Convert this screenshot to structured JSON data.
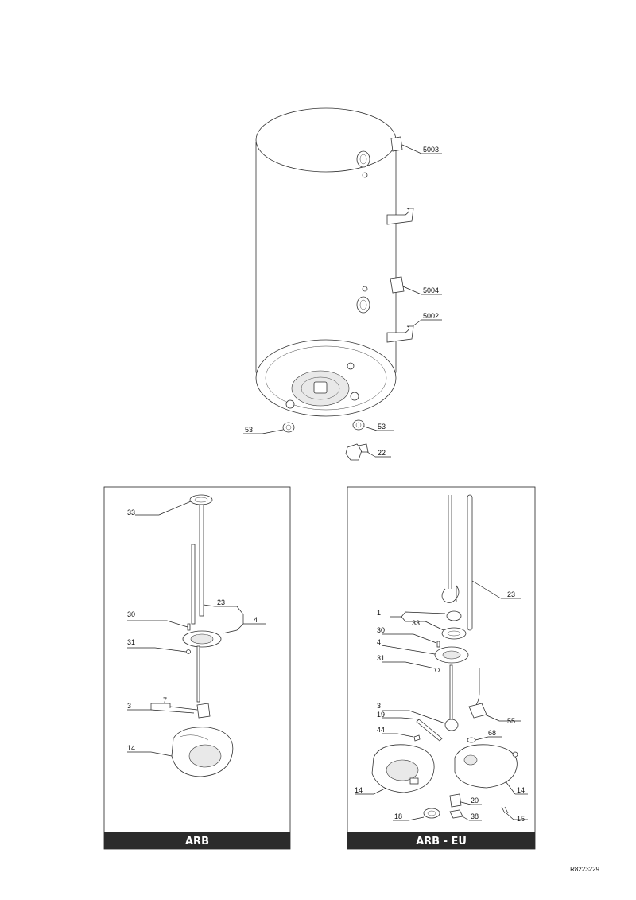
{
  "tank_labels": {
    "p5003": "5003",
    "p5004": "5004",
    "p5002": "5002",
    "p53_left": "53",
    "p53_right": "53",
    "p22": "22"
  },
  "panel_left": {
    "footer": "ARB",
    "labels": {
      "p33": "33",
      "p23": "23",
      "p4": "4",
      "p30": "30",
      "p31": "31",
      "p7": "7",
      "p3": "3",
      "p14": "14"
    }
  },
  "panel_right": {
    "footer": "ARB - EU",
    "labels": {
      "p23": "23",
      "p1": "1",
      "p33": "33",
      "p30": "30",
      "p4": "4",
      "p31": "31",
      "p3": "3",
      "p19": "19",
      "p55": "55",
      "p44": "44",
      "p68": "68",
      "p14a": "14",
      "p14b": "14",
      "p20": "20",
      "p18": "18",
      "p38": "38",
      "p15": "15"
    }
  },
  "document_code": "R8223229"
}
